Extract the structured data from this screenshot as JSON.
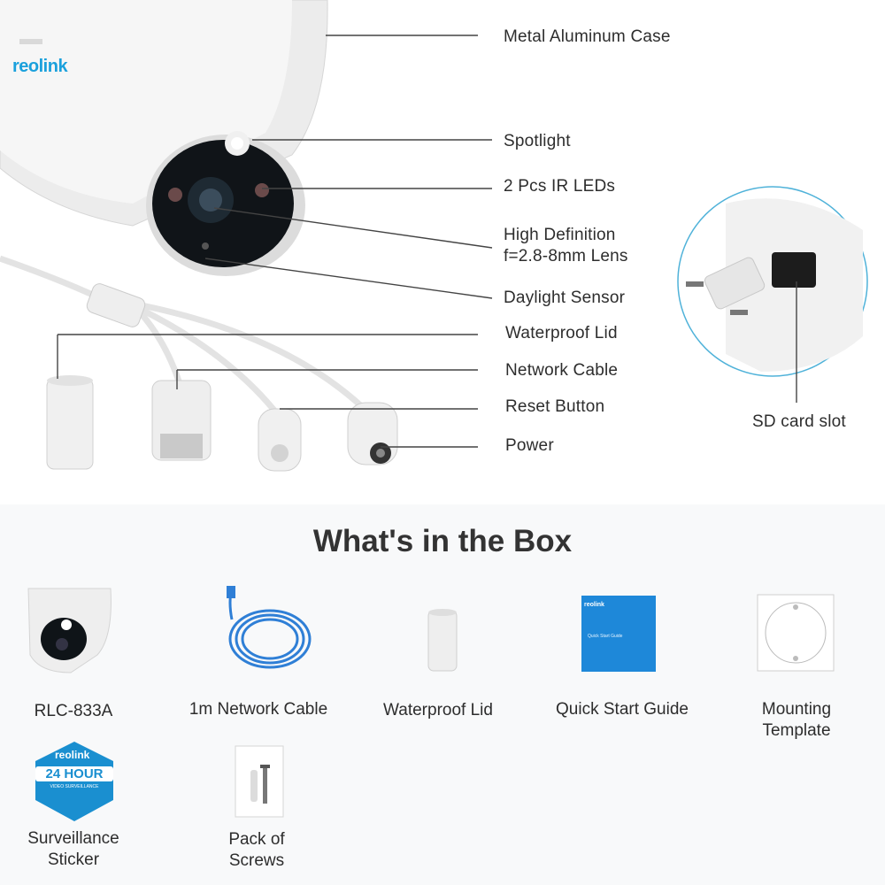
{
  "brand": "reolink",
  "callouts": {
    "metal_case": "Metal Aluminum Case",
    "spotlight": "Spotlight",
    "ir_leds": "2 Pcs IR LEDs",
    "lens": "High Definition\nf=2.8-8mm Lens",
    "daylight_sensor": "Daylight Sensor",
    "waterproof_lid": "Waterproof Lid",
    "network_cable": "Network Cable",
    "reset_button": "Reset Button",
    "power": "Power",
    "sd_slot": "SD card slot"
  },
  "box": {
    "title": "What's in the Box",
    "items": [
      {
        "label": "RLC-833A",
        "icon": "camera-icon"
      },
      {
        "label": "1m Network Cable",
        "icon": "network-cable-icon"
      },
      {
        "label": "Waterproof Lid",
        "icon": "waterproof-lid-icon"
      },
      {
        "label": "Quick Start Guide",
        "icon": "guide-icon"
      },
      {
        "label": "Mounting\nTemplate",
        "icon": "mounting-template-icon"
      },
      {
        "label": "Surveillance\nSticker",
        "icon": "sticker-icon"
      },
      {
        "label": "Pack of\nScrews",
        "icon": "screws-icon"
      }
    ],
    "guide_brand": "reolink",
    "guide_title": "Quick Start Guide",
    "sticker_brand": "reolink",
    "sticker_hour": "24 HOUR",
    "sticker_sub": "VIDEO SURVEILLANCE"
  },
  "colors": {
    "accent": "#1aa0dc",
    "guide": "#1e88d9",
    "cable": "#2f7fd6",
    "leader": "#444444"
  }
}
